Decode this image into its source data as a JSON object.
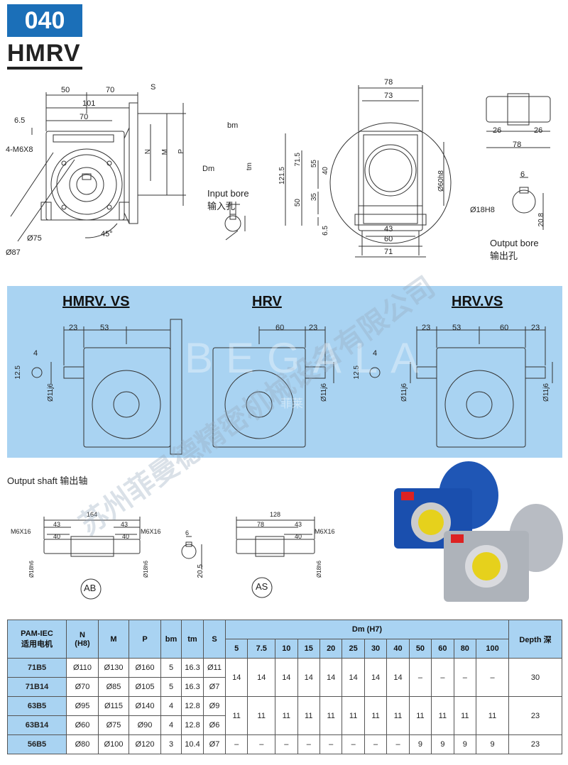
{
  "header": {
    "badge": "040",
    "model": "HMRV"
  },
  "front_view": {
    "dims": {
      "d50": "50",
      "d70a": "70",
      "s": "S",
      "d101": "101",
      "d70b": "70",
      "d65": "6.5",
      "holes": "4-M6X8",
      "n": "N",
      "m": "M",
      "p": "P",
      "d75": "Ø75",
      "d87": "Ø87",
      "ang": "45°"
    }
  },
  "input_bore": {
    "bm": "bm",
    "dm": "Dm",
    "tm": "tm",
    "title": "Input bore",
    "title_cn": "输入孔"
  },
  "side_view": {
    "dims": {
      "d78": "78",
      "d73": "73",
      "d1215": "121.5",
      "d715": "71.5",
      "d55": "55",
      "d40": "40",
      "d50": "50",
      "d35": "35",
      "d65": "6.5",
      "d43": "43",
      "d60": "60",
      "d71": "71",
      "d60h8": "Ø60h8"
    }
  },
  "output_view": {
    "dims": {
      "d26a": "26",
      "d26b": "26",
      "d78": "78",
      "d6": "6",
      "d18": "Ø18H8",
      "d208": "20.8"
    },
    "title": "Output bore",
    "title_cn": "输出孔"
  },
  "variants": {
    "titles": [
      "HMRV. VS",
      "HRV",
      "HRV.VS"
    ],
    "vs": {
      "d23": "23",
      "d53": "53",
      "d4": "4",
      "d125": "12.5",
      "d11": "Ø11j6"
    },
    "hrv": {
      "d60": "60",
      "d23": "23",
      "d11": "Ø11j6"
    },
    "hrvvs": {
      "d23a": "23",
      "d53": "53",
      "d60": "60",
      "d23b": "23",
      "d4": "4",
      "d125": "12.5",
      "d11a": "Ø11j6",
      "d11b": "Ø11j6"
    }
  },
  "output_shaft": {
    "title": "Output shaft 输出轴",
    "ab": {
      "d164": "164",
      "d43a": "43",
      "d43b": "43",
      "d40a": "40",
      "d40b": "40",
      "m6l": "M6X16",
      "m6r": "M6X16",
      "d18l": "Ø18h6",
      "d18r": "Ø18h6",
      "label": "AB"
    },
    "key": {
      "d6": "6",
      "d205": "20.5"
    },
    "as": {
      "d128": "128",
      "d78": "78",
      "d43": "43",
      "d40": "40",
      "m6": "M6X16",
      "d18": "Ø18h6",
      "label": "AS"
    }
  },
  "watermark": {
    "text1": "苏州菲曼德精密机械设备有限公司",
    "text2": "BEGALA",
    "text3": "菲莱"
  },
  "table": {
    "head": {
      "pam": "PAM-IEC",
      "pam_cn": "适用电机",
      "n": "N",
      "n2": "(H8)",
      "m": "M",
      "p": "P",
      "bm": "bm",
      "tm": "tm",
      "s": "S",
      "dm": "Dm (H7)",
      "depth": "Depth 深",
      "dm_cols": [
        "5",
        "7.5",
        "10",
        "15",
        "20",
        "25",
        "30",
        "40",
        "50",
        "60",
        "80",
        "100"
      ]
    },
    "rows": [
      {
        "name": "71B5",
        "n": "Ø110",
        "m": "Ø130",
        "p": "Ø160",
        "bm": "5",
        "tm": "16.3",
        "s": "Ø11"
      },
      {
        "name": "71B14",
        "n": "Ø70",
        "m": "Ø85",
        "p": "Ø105",
        "bm": "5",
        "tm": "16.3",
        "s": "Ø7"
      },
      {
        "name": "63B5",
        "n": "Ø95",
        "m": "Ø115",
        "p": "Ø140",
        "bm": "4",
        "tm": "12.8",
        "s": "Ø9"
      },
      {
        "name": "63B14",
        "n": "Ø60",
        "m": "Ø75",
        "p": "Ø90",
        "bm": "4",
        "tm": "12.8",
        "s": "Ø6"
      },
      {
        "name": "56B5",
        "n": "Ø80",
        "m": "Ø100",
        "p": "Ø120",
        "bm": "3",
        "tm": "10.4",
        "s": "Ø7"
      }
    ],
    "group1_dm": [
      "14",
      "14",
      "14",
      "14",
      "14",
      "14",
      "14",
      "14",
      "–",
      "–",
      "–",
      "–"
    ],
    "group1_depth": "30",
    "group2_dm": [
      "11",
      "11",
      "11",
      "11",
      "11",
      "11",
      "11",
      "11",
      "11",
      "11",
      "11",
      "11"
    ],
    "group2_depth": "23",
    "group3_dm": [
      "–",
      "–",
      "–",
      "–",
      "–",
      "–",
      "–",
      "–",
      "9",
      "9",
      "9",
      "9"
    ],
    "group3_depth": "23"
  }
}
